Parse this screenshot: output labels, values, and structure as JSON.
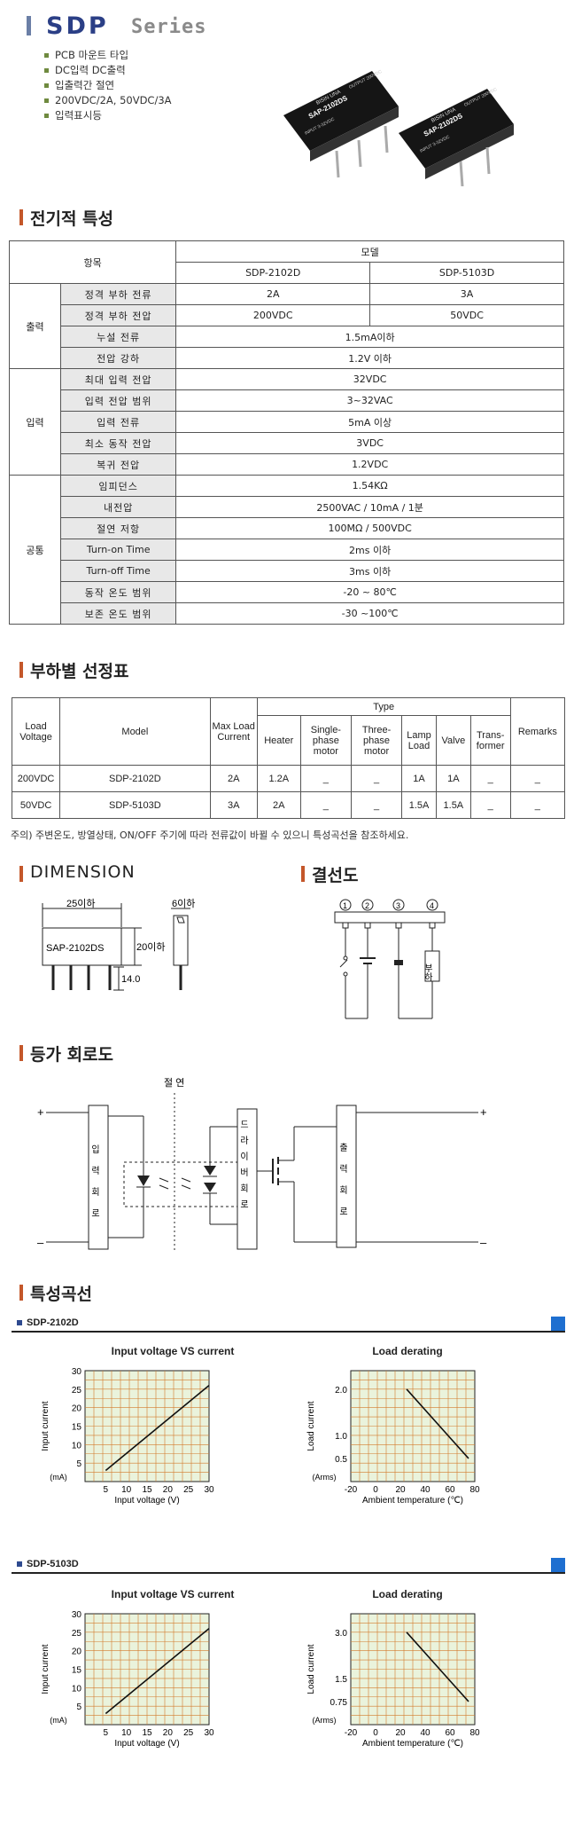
{
  "header": {
    "title": "SDP",
    "subtitle": "Series"
  },
  "features": [
    "PCB 마운트 타입",
    "DC입력 DC출력",
    "입출력간 절연",
    "200VDC/2A, 50VDC/3A",
    "입력표시등"
  ],
  "products": [
    {
      "brand": "BISIN UNA",
      "model": "SAP-2102DS",
      "output": "OUTPUT 200VDC",
      "input": "INPUT 3-32VDC"
    },
    {
      "brand": "BISIN UNA",
      "model": "SAP-2102DS",
      "output": "OUTPUT 200VDC",
      "input": "INPUT 3-32VDC"
    }
  ],
  "sections": {
    "electrical": "전기적 특성",
    "load_table": "부하별 선정표",
    "dimension": "DIMENSION",
    "wiring": "결선도",
    "equiv": "등가 회로도",
    "curves": "특성곡선"
  },
  "spec_table": {
    "item_header": "항목",
    "model_header": "모델",
    "models": [
      "SDP-2102D",
      "SDP-5103D"
    ],
    "groups": [
      {
        "name": "출력",
        "rows": [
          {
            "label": "정격 부하 전류",
            "values": [
              "2A",
              "3A"
            ]
          },
          {
            "label": "정격 부하 전압",
            "values": [
              "200VDC",
              "50VDC"
            ]
          },
          {
            "label": "누설 전류",
            "values": [
              "1.5mA이하"
            ]
          },
          {
            "label": "전압 강하",
            "values": [
              "1.2V 이하"
            ]
          }
        ]
      },
      {
        "name": "입력",
        "rows": [
          {
            "label": "최대 입력 전압",
            "values": [
              "32VDC"
            ]
          },
          {
            "label": "입력 전압 범위",
            "values": [
              "3~32VAC"
            ]
          },
          {
            "label": "입력 전류",
            "values": [
              "5mA 이상"
            ]
          },
          {
            "label": "최소 동작 전압",
            "values": [
              "3VDC"
            ]
          },
          {
            "label": "복귀 전압",
            "values": [
              "1.2VDC"
            ]
          }
        ]
      },
      {
        "name": "공통",
        "rows": [
          {
            "label": "임피던스",
            "values": [
              "1.54KΩ"
            ]
          },
          {
            "label": "내전압",
            "values": [
              "2500VAC / 10mA / 1분"
            ]
          },
          {
            "label": "절연 저항",
            "values": [
              "100MΩ / 500VDC"
            ]
          },
          {
            "label": "Turn-on Time",
            "values": [
              "2ms 이하"
            ]
          },
          {
            "label": "Turn-off Time",
            "values": [
              "3ms 이하"
            ]
          },
          {
            "label": "동작 온도 범위",
            "values": [
              "-20 ~ 80℃"
            ]
          },
          {
            "label": "보존 온도 범위",
            "values": [
              "-30 ~100℃"
            ]
          }
        ]
      }
    ]
  },
  "load_table": {
    "headers": {
      "load_voltage": "Load Voltage",
      "model": "Model",
      "max_current": "Max Load Current",
      "type": "Type",
      "remarks": "Remarks"
    },
    "types": [
      "Heater",
      "Single-phase motor",
      "Three-phase motor",
      "Lamp Load",
      "Valve",
      "Trans-former"
    ],
    "rows": [
      {
        "voltage": "200VDC",
        "model": "SDP-2102D",
        "max": "2A",
        "vals": [
          "1.2A",
          "_",
          "_",
          "1A",
          "1A",
          "_"
        ],
        "remarks": "_"
      },
      {
        "voltage": "50VDC",
        "model": "SDP-5103D",
        "max": "3A",
        "vals": [
          "2A",
          "_",
          "_",
          "1.5A",
          "1.5A",
          "_"
        ],
        "remarks": "_"
      }
    ]
  },
  "note": "주의) 주변온도, 방열상태, ON/OFF 주기에 따라 전류값이 바뀔 수 있으니 특성곡선을 참조하세요.",
  "dimension": {
    "width": "25이하",
    "depth": "6이하",
    "height": "20이하",
    "pin": "14.0",
    "label": "SAP-2102DS"
  },
  "wiring": {
    "pins": [
      "1",
      "2",
      "3",
      "4"
    ],
    "load": "부하"
  },
  "equiv": {
    "isolation": "절 연",
    "input_block": "입력회로",
    "driver_block": "드라이버회로",
    "output_block": "출력회로",
    "plus": "+",
    "minus": "–"
  },
  "curve_sets": [
    {
      "model": "SDP-2102D"
    },
    {
      "model": "SDP-5103D"
    }
  ],
  "chart_data": [
    {
      "type": "line",
      "title": "Input voltage VS current",
      "xlabel": "Input voltage (V)",
      "ylabel": "Input current",
      "yunit": "(mA)",
      "x": [
        5,
        30
      ],
      "y": [
        3,
        26
      ],
      "xlim": [
        0,
        30
      ],
      "ylim": [
        0,
        30
      ],
      "xticks": [
        "5",
        "10",
        "15",
        "20",
        "25",
        "30"
      ],
      "yticks": [
        "5",
        "10",
        "15",
        "20",
        "25",
        "30"
      ],
      "grid": true
    },
    {
      "type": "line",
      "title": "Load derating",
      "xlabel": "Ambient temperature (℃)",
      "ylabel": "Load current",
      "yunit": "(Arms)",
      "x": [
        25,
        75
      ],
      "y": [
        2.0,
        0.5
      ],
      "xlim": [
        -20,
        80
      ],
      "ylim": [
        0,
        2.4
      ],
      "xticks": [
        "-20",
        "0",
        "20",
        "40",
        "60",
        "80"
      ],
      "yticks": [
        "0.5",
        "1.0",
        "2.0"
      ],
      "ytickvals": [
        0.5,
        1.0,
        2.0
      ],
      "grid": true
    },
    {
      "type": "line",
      "title": "Input voltage VS current",
      "xlabel": "Input voltage (V)",
      "ylabel": "Input current",
      "yunit": "(mA)",
      "x": [
        5,
        30
      ],
      "y": [
        3,
        26
      ],
      "xlim": [
        0,
        30
      ],
      "ylim": [
        0,
        30
      ],
      "xticks": [
        "5",
        "10",
        "15",
        "20",
        "25",
        "30"
      ],
      "yticks": [
        "5",
        "10",
        "15",
        "20",
        "25",
        "30"
      ],
      "grid": true
    },
    {
      "type": "line",
      "title": "Load derating",
      "xlabel": "Ambient temperature (℃)",
      "ylabel": "Load current",
      "yunit": "(Arms)",
      "x": [
        25,
        75
      ],
      "y": [
        3.0,
        0.75
      ],
      "xlim": [
        -20,
        80
      ],
      "ylim": [
        0,
        3.6
      ],
      "xticks": [
        "-20",
        "0",
        "20",
        "40",
        "60",
        "80"
      ],
      "yticks": [
        "0.75",
        "1.5",
        "3.0"
      ],
      "ytickvals": [
        0.75,
        1.5,
        3.0
      ],
      "grid": true
    }
  ]
}
